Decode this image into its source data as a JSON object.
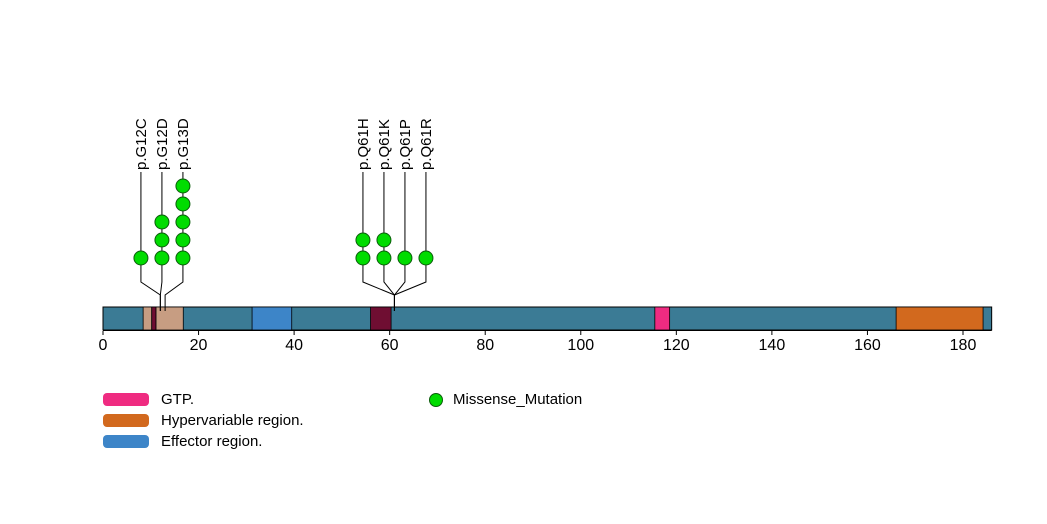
{
  "chart_data": {
    "type": "lollipop",
    "title": "",
    "xlabel": "",
    "xlim": [
      0,
      186
    ],
    "protein_length": 186,
    "bar_color": "#3b7b95",
    "xticks": [
      0,
      20,
      40,
      60,
      80,
      100,
      120,
      140,
      160,
      180
    ],
    "grid": false,
    "legend_position": "bottom",
    "domains": [
      {
        "label": "",
        "start": 8.4,
        "end": 10.2,
        "color": "#c79d82"
      },
      {
        "label": "",
        "start": 10.2,
        "end": 11.1,
        "color": "#6f0e32"
      },
      {
        "label": "",
        "start": 11.1,
        "end": 16.8,
        "color": "#c79d82"
      },
      {
        "label": "Effector region.",
        "start": 31.2,
        "end": 39.5,
        "color": "#3d85c8"
      },
      {
        "label": "",
        "start": 56,
        "end": 60.3,
        "color": "#6f0e32"
      },
      {
        "label": "GTP.",
        "start": 115.5,
        "end": 118.6,
        "color": "#ef2b81"
      },
      {
        "label": "Hypervariable region.",
        "start": 166,
        "end": 184.2,
        "color": "#d2691e"
      }
    ],
    "mutation_types": [
      {
        "name": "Missense_Mutation",
        "color": "#00dc00"
      }
    ],
    "mutations": [
      {
        "label": "p.G12C",
        "pos": 12,
        "count": 1,
        "type": "Missense_Mutation"
      },
      {
        "label": "p.G12D",
        "pos": 12,
        "count": 3,
        "type": "Missense_Mutation"
      },
      {
        "label": "p.G13D",
        "pos": 13,
        "count": 5,
        "type": "Missense_Mutation"
      },
      {
        "label": "p.Q61H",
        "pos": 61,
        "count": 2,
        "type": "Missense_Mutation"
      },
      {
        "label": "p.Q61K",
        "pos": 61,
        "count": 2,
        "type": "Missense_Mutation"
      },
      {
        "label": "p.Q61P",
        "pos": 61,
        "count": 1,
        "type": "Missense_Mutation"
      },
      {
        "label": "p.Q61R",
        "pos": 61,
        "count": 1,
        "type": "Missense_Mutation"
      }
    ]
  },
  "legend": {
    "domains": [
      {
        "label": "GTP.",
        "color": "#ef2b81"
      },
      {
        "label": "Hypervariable region.",
        "color": "#d2691e"
      },
      {
        "label": "Effector region.",
        "color": "#3d85c8"
      }
    ],
    "mutations": [
      {
        "label": "Missense_Mutation",
        "color": "#00dc00"
      }
    ]
  }
}
